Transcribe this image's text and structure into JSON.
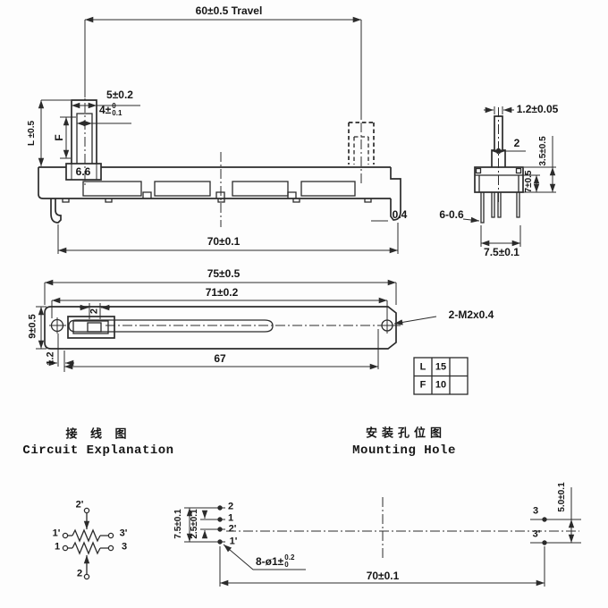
{
  "drawing": {
    "front_view": {
      "travel_dim": "60±0.5 Travel",
      "knob_cap_width": "5±0.2",
      "knob_stem": {
        "prefix": "4±",
        "upper": "0",
        "lower": "0.1"
      },
      "knob_height_ref": "F",
      "lever_height_ref": "L ±0.5",
      "base_width": "6.6",
      "bracket_thickness": "0.4",
      "mounting_pitch": "70±0.1"
    },
    "side_view": {
      "lever_thickness": "1.2±0.05",
      "lever_width": "2",
      "lever_exposed_height": "3.5±0.5",
      "body_height": "7±0.5",
      "terminals_note": "6-0.6",
      "terminal_row_span": "7.5±0.1"
    },
    "plan_view": {
      "overall_length": "75±0.5",
      "screw_hole_pitch": "71±0.2",
      "body_width": "9±0.5",
      "knob_rib_width": "2",
      "hole_edge_offset": "1.2",
      "slot_length": "67",
      "screw_thread_note": "2-M2x0.4"
    },
    "spec_table": {
      "rows": [
        [
          "L",
          "15",
          ""
        ],
        [
          "F",
          "10",
          ""
        ]
      ]
    }
  },
  "circuit_section": {
    "title_cn": "接 线 图",
    "title_en": "Circuit Explanation",
    "terminal_2p": "2'",
    "terminal_1p": "1'",
    "terminal_3p": "3'",
    "terminal_1": "1",
    "terminal_3": "3",
    "terminal_2": "2"
  },
  "mounting_section": {
    "title_cn": "安装孔位图",
    "title_en": "Mounting Hole",
    "hole_row_span": "7.5±0.1",
    "hole_pitch": "2.5±0.1",
    "hole_2": "2",
    "hole_1": "1",
    "hole_2p": "2'",
    "hole_1p": "1'",
    "hole_3": "3",
    "hole_3p": "3'",
    "hole_note": {
      "prefix": "8-ø1±",
      "upper": "0.2",
      "lower": "0"
    },
    "mount_hole_pitch": "70±0.1",
    "side_hole_pitch": "5.0±0.1"
  }
}
